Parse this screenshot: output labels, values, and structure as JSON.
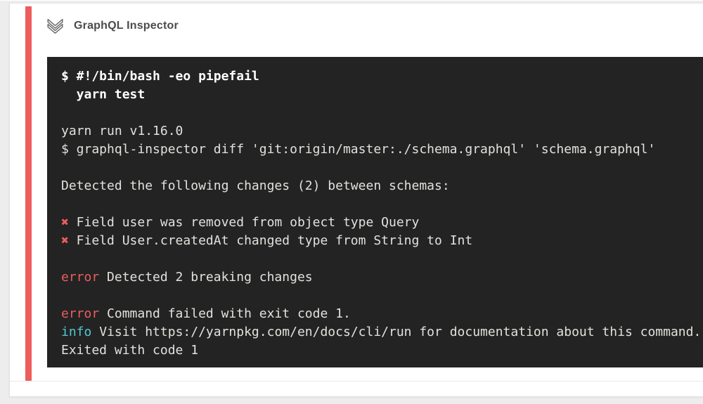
{
  "page": {
    "background_color": "#ededed",
    "card_color": "#ffffff"
  },
  "header": {
    "title": "GraphQL Inspector",
    "title_color": "#4b4b4b",
    "chevron_icon": "double-chevron-down-icon"
  },
  "status": {
    "state": "failed",
    "stripe_color": "#ee5c5c"
  },
  "terminal": {
    "background_color": "#232323",
    "text_color": "#e3e1dd",
    "colors": {
      "red": "#ee5c5c",
      "cyan": "#4fc8d5",
      "bold_white": "#ffffff"
    },
    "lines": [
      {
        "bold": true,
        "segments": [
          {
            "t": "$ #!/bin/bash -eo pipefail"
          }
        ]
      },
      {
        "bold": true,
        "segments": [
          {
            "t": "  yarn test"
          }
        ]
      },
      {
        "segments": []
      },
      {
        "segments": [
          {
            "t": "yarn run v1.16.0"
          }
        ]
      },
      {
        "segments": [
          {
            "t": "$ graphql-inspector diff 'git:origin/master:./schema.graphql' 'schema.graphql'"
          }
        ]
      },
      {
        "segments": []
      },
      {
        "segments": [
          {
            "t": "Detected the following changes (2) between schemas:"
          }
        ]
      },
      {
        "segments": []
      },
      {
        "segments": [
          {
            "t": "✖",
            "c": "red"
          },
          {
            "t": " Field user was removed from object type Query"
          }
        ]
      },
      {
        "segments": [
          {
            "t": "✖",
            "c": "red"
          },
          {
            "t": " Field User.createdAt changed type from String to Int"
          }
        ]
      },
      {
        "segments": []
      },
      {
        "segments": [
          {
            "t": "error",
            "c": "red"
          },
          {
            "t": " Detected 2 breaking changes"
          }
        ]
      },
      {
        "segments": []
      },
      {
        "segments": [
          {
            "t": "error",
            "c": "red"
          },
          {
            "t": " Command failed with exit code 1."
          }
        ]
      },
      {
        "segments": [
          {
            "t": "info",
            "c": "cyan"
          },
          {
            "t": " Visit https://yarnpkg.com/en/docs/cli/run for documentation about this command."
          }
        ]
      },
      {
        "segments": [
          {
            "t": "Exited with code 1"
          }
        ]
      }
    ]
  }
}
